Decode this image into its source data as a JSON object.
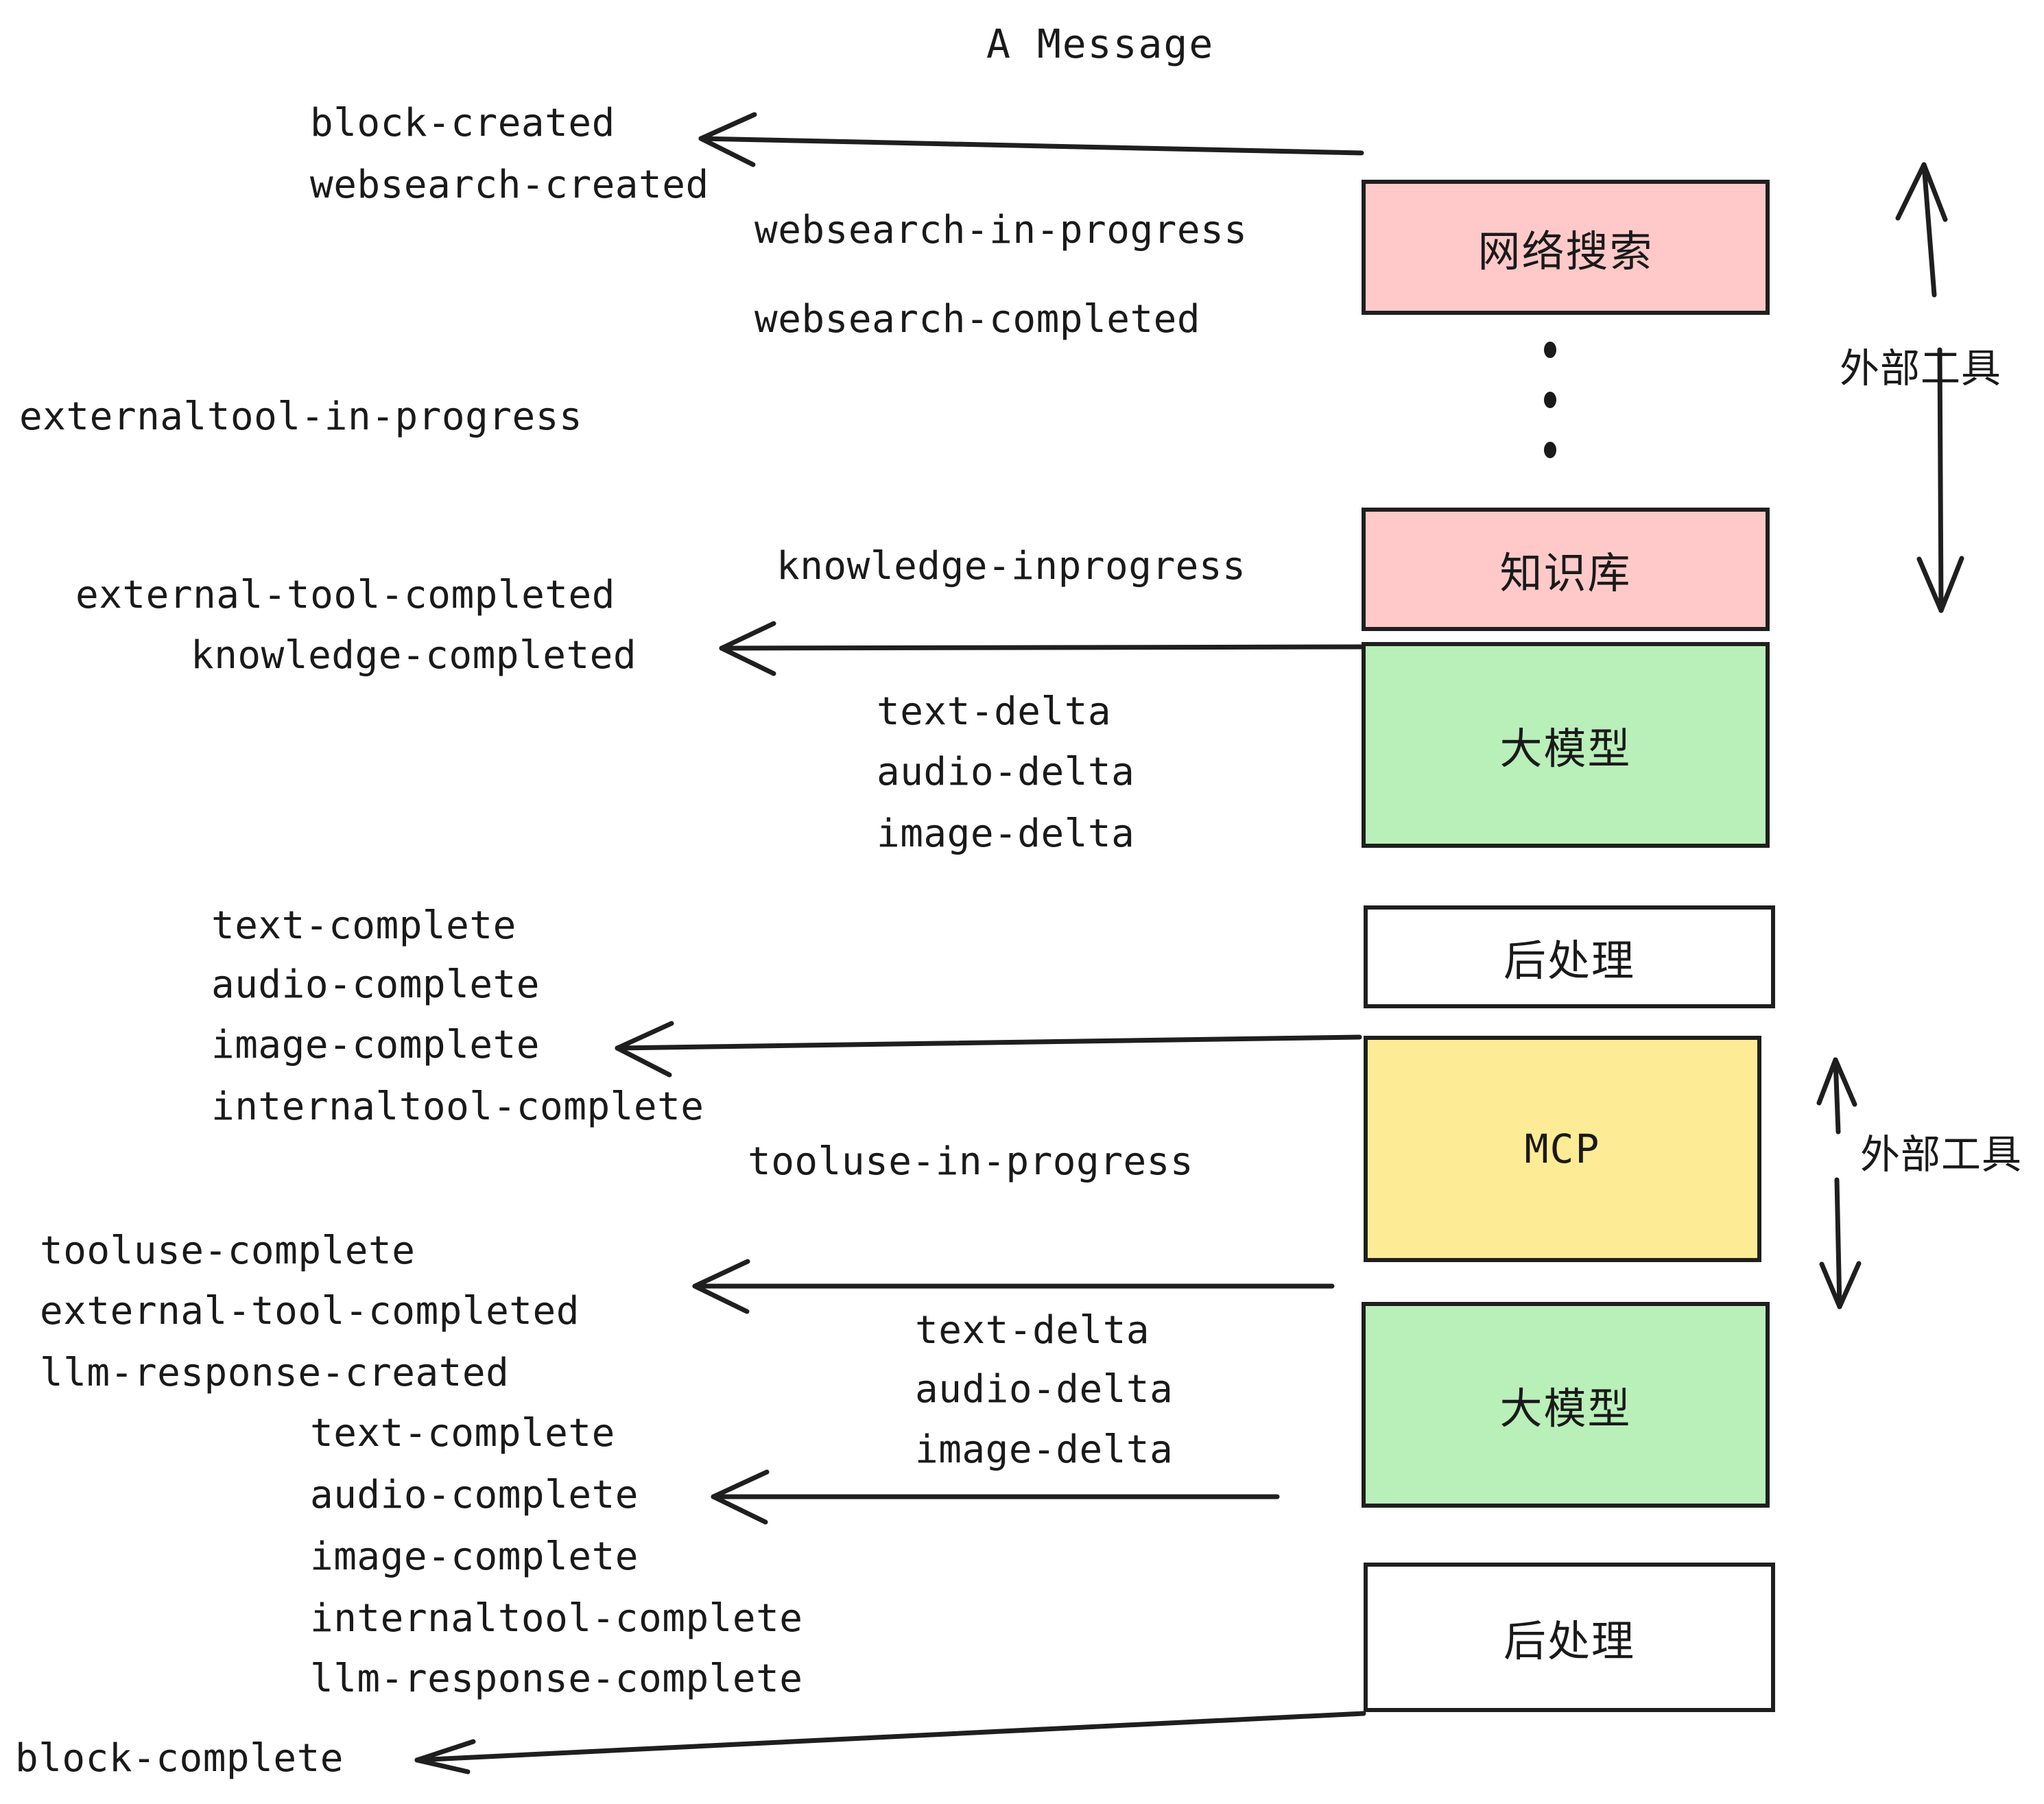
{
  "title": "A Message",
  "colors": {
    "pink": "#FFC9C9",
    "green": "#B9EFB9",
    "yellow": "#FDEB96",
    "white": "#FFFFFF",
    "stroke": "#1F1F1F",
    "text": "#1A1A1A"
  },
  "nodes": [
    {
      "label": "网络搜索",
      "fill": "#FFC9C9"
    },
    {
      "label": "知识库",
      "fill": "#FFC9C9"
    },
    {
      "label": "大模型",
      "fill": "#B9EFB9"
    },
    {
      "label": "后处理",
      "fill": "#FFFFFF"
    },
    {
      "label": "MCP",
      "fill": "#FDEB96"
    },
    {
      "label": "大模型",
      "fill": "#B9EFB9"
    },
    {
      "label": "后处理",
      "fill": "#FFFFFF"
    }
  ],
  "group_labels": [
    {
      "text": "外部工具"
    },
    {
      "text": "外部工具"
    }
  ],
  "events": [
    {
      "text": "block-created"
    },
    {
      "text": "websearch-created"
    },
    {
      "text": "websearch-in-progress"
    },
    {
      "text": "websearch-completed"
    },
    {
      "text": "externaltool-in-progress"
    },
    {
      "text": "knowledge-inprogress"
    },
    {
      "text": "external-tool-completed"
    },
    {
      "text": "knowledge-completed"
    },
    {
      "text": "text-delta"
    },
    {
      "text": "audio-delta"
    },
    {
      "text": "image-delta"
    },
    {
      "text": "text-complete"
    },
    {
      "text": "audio-complete"
    },
    {
      "text": "image-complete"
    },
    {
      "text": "internaltool-complete"
    },
    {
      "text": "tooluse-in-progress"
    },
    {
      "text": "tooluse-complete"
    },
    {
      "text": "external-tool-completed"
    },
    {
      "text": "llm-response-created"
    },
    {
      "text": "text-delta"
    },
    {
      "text": "audio-delta"
    },
    {
      "text": "image-delta"
    },
    {
      "text": "text-complete"
    },
    {
      "text": "audio-complete"
    },
    {
      "text": "image-complete"
    },
    {
      "text": "internaltool-complete"
    },
    {
      "text": "llm-response-complete"
    },
    {
      "text": "block-complete"
    }
  ],
  "ellipsis": "⋮"
}
